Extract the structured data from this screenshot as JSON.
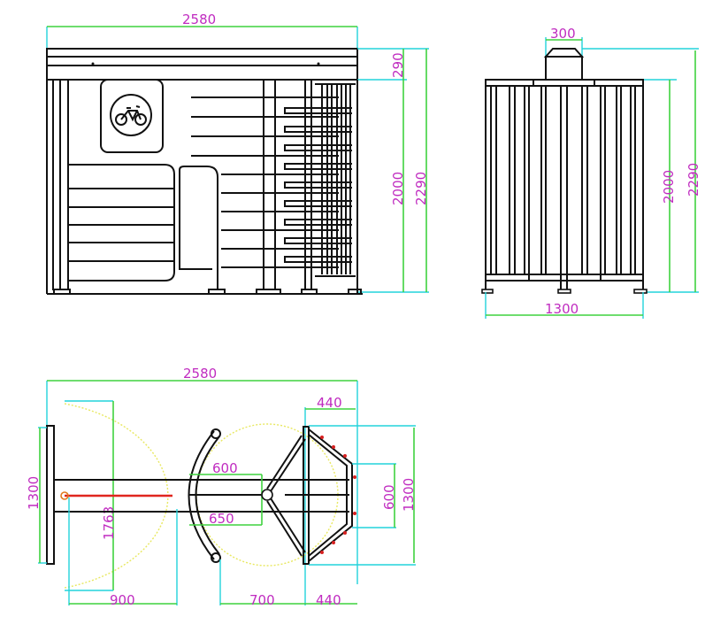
{
  "drawing": {
    "title": "Full height bicycle turnstile - dimension drawing",
    "units": "mm",
    "colors": {
      "outline": "#111111",
      "dimension_text": "#c02cc0",
      "extension_lines": "#22d3dc",
      "dimension_lines": "#3fd23f",
      "rotation_arc": "#e8e860",
      "bar": "#e0261e"
    }
  },
  "front_view": {
    "label": "front-elevation",
    "icon": "bicycle-icon",
    "dims": {
      "total_width": "2580",
      "roof_height": "290",
      "body_height": "2000",
      "total_height": "2290"
    }
  },
  "side_view": {
    "label": "side-elevation",
    "dims": {
      "top_unit_width": "300",
      "body_height": "2000",
      "total_height": "2290",
      "depth": "1300"
    }
  },
  "plan_view": {
    "label": "top-plan",
    "dims": {
      "total_width": "2580",
      "gate_width_top": "440",
      "left_depth": "1300",
      "swing_length": "1763",
      "swing_radius": "900",
      "rotor_arm_600": "600",
      "rotor_arm_650": "650",
      "passage_700": "700",
      "gate_width_bottom": "440",
      "inner_600": "600",
      "right_depth": "1300"
    }
  }
}
